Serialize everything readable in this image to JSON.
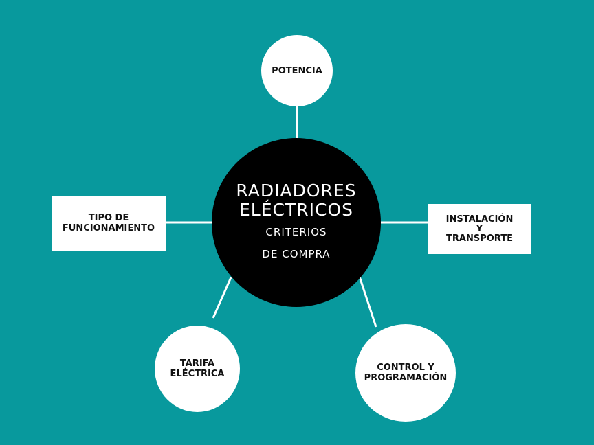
{
  "center": {
    "title_line1": "RADIADORES",
    "title_line2": "ELÉCTRICOS",
    "subtitle_line1": "CRITERIOS",
    "subtitle_line2": "DE COMPRA"
  },
  "nodes": {
    "potencia": "POTENCIA",
    "tipo_line1": "TIPO DE",
    "tipo_line2": "FUNCIONAMIENTO",
    "instalacion_line1": "INSTALACIÓN",
    "instalacion_line2": "Y",
    "instalacion_line3": "TRANSPORTE",
    "tarifa_line1": "TARIFA",
    "tarifa_line2": "ELÉCTRICA",
    "control_line1": "CONTROL Y",
    "control_line2": "PROGRAMACIÓN"
  },
  "colors": {
    "background": "#08999d",
    "center": "#000000",
    "node": "#ffffff"
  }
}
